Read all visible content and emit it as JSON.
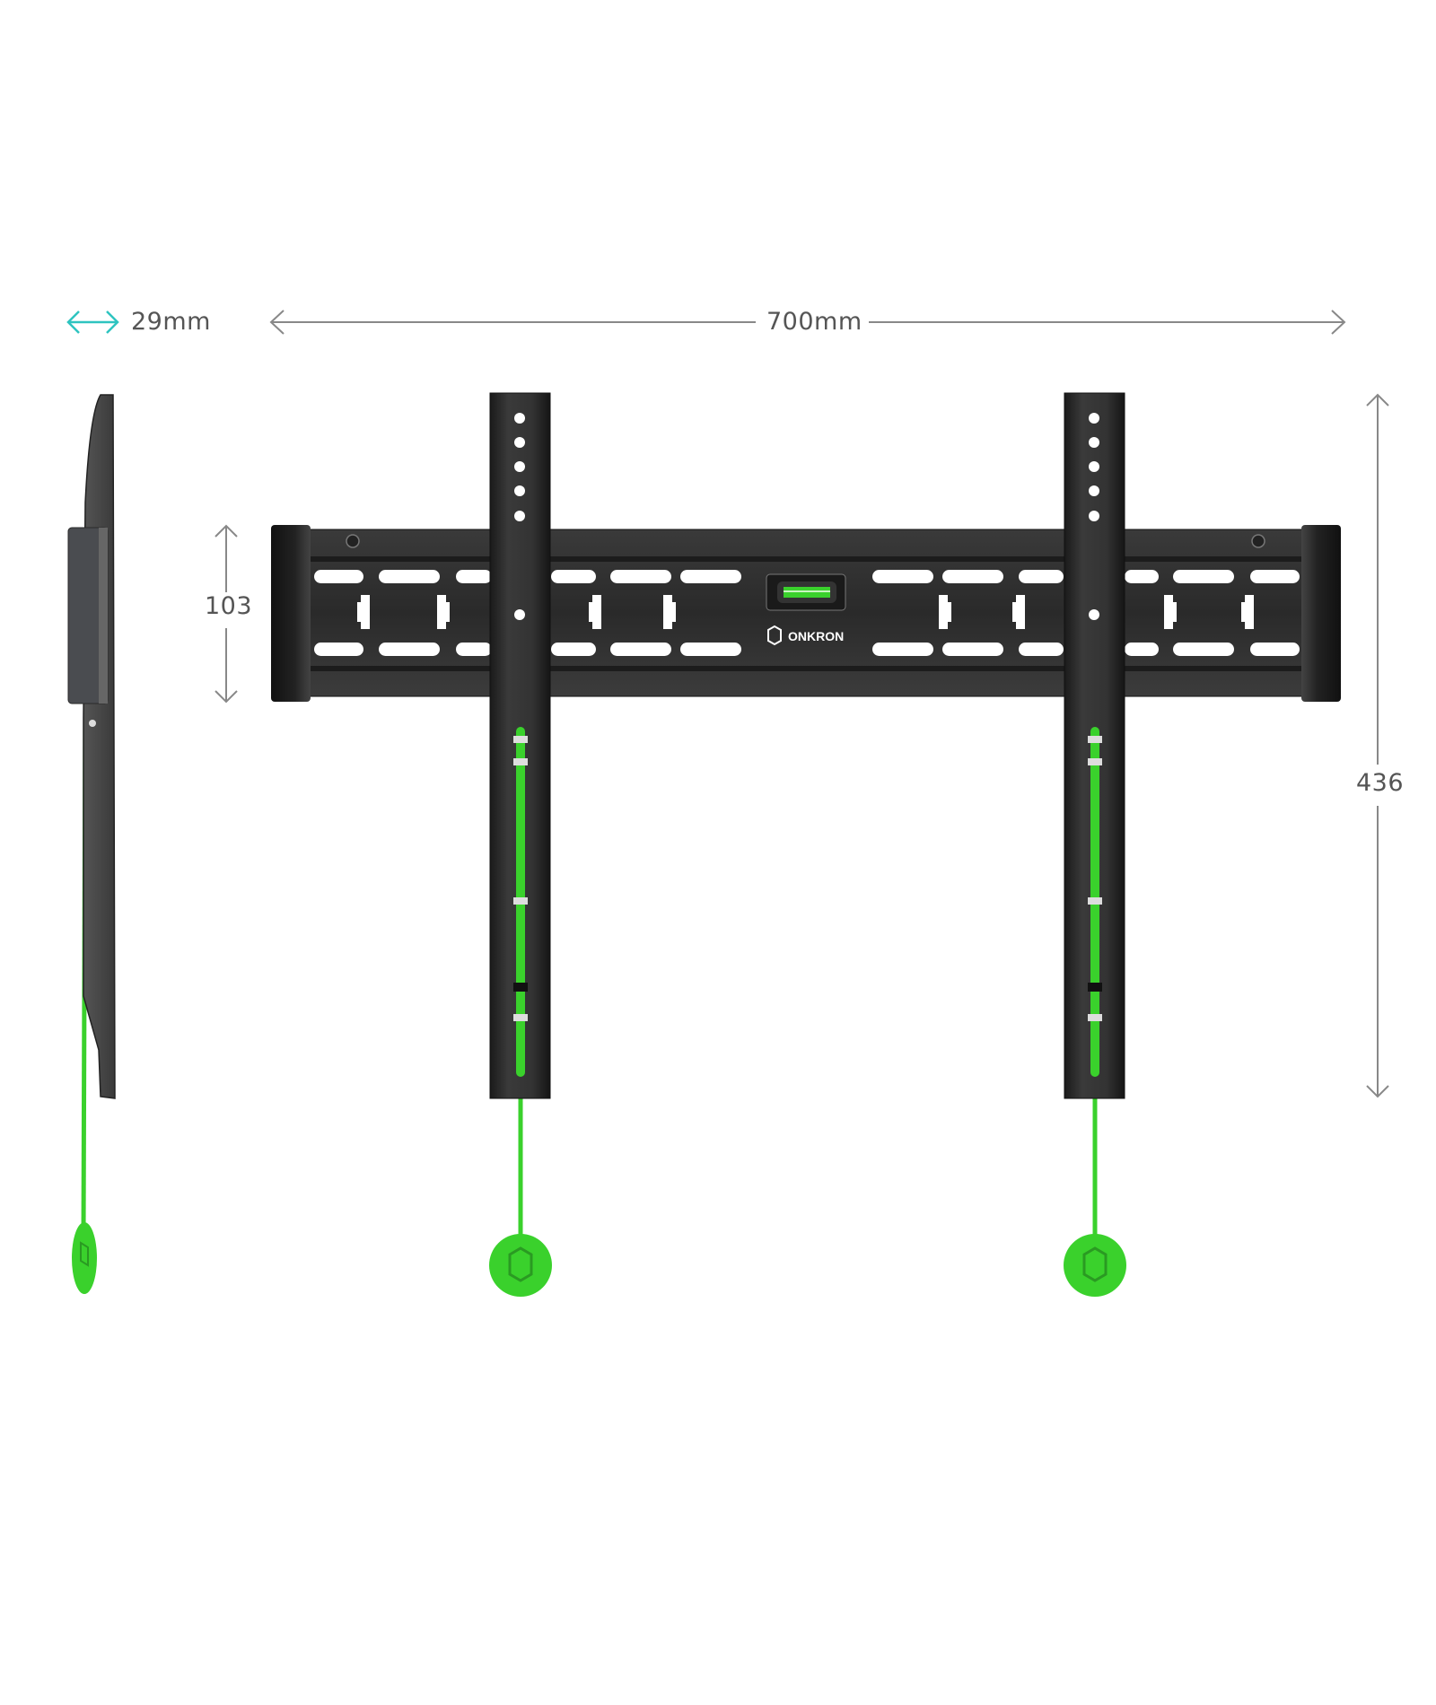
{
  "dimensions": {
    "depth": "29mm",
    "width": "700mm",
    "plate_height": "103",
    "total_height": "436"
  },
  "brand": {
    "logo_text": "ONKRON"
  },
  "colors": {
    "accent_green": "#3ad12c",
    "depth_arrow": "#2ec4c0",
    "dimension_gray": "#888888",
    "metal": "#2b2b2b"
  }
}
